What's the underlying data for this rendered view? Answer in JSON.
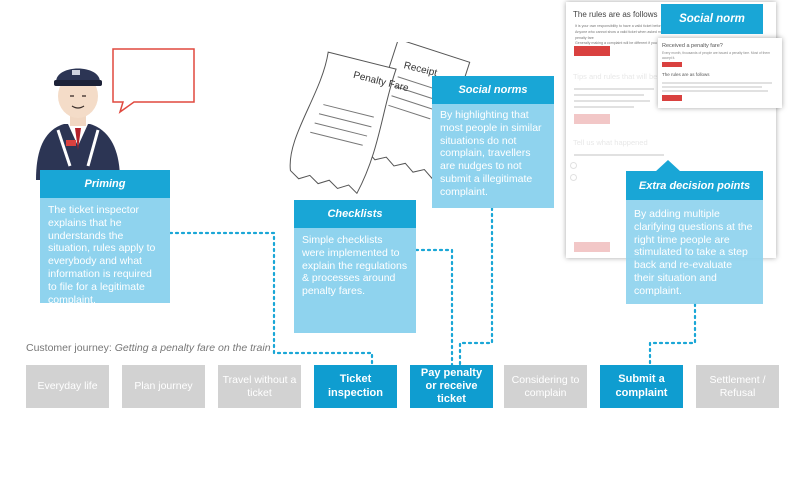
{
  "journey": {
    "caption_prefix": "Customer journey: ",
    "caption_em": "Getting a penalty fare on the train",
    "steps": [
      {
        "label": "Everyday life",
        "active": false
      },
      {
        "label": "Plan journey",
        "active": false
      },
      {
        "label": "Travel without a ticket",
        "active": false
      },
      {
        "label": "Ticket inspection",
        "active": true
      },
      {
        "label": "Pay penalty or receive ticket",
        "active": true
      },
      {
        "label": "Considering to complain",
        "active": false
      },
      {
        "label": "Submit a complaint",
        "active": true
      },
      {
        "label": "Settlement / Refusal",
        "active": false
      }
    ]
  },
  "boxes": {
    "priming": {
      "title": "Priming",
      "text": "The ticket inspector explains that he understands the situation, rules apply to everybody and what information is required to file for a legitimate complaint."
    },
    "checklists": {
      "title": "Checklists",
      "text": "Simple checklists were implemented to explain the regulations & processes around penalty fares."
    },
    "social_norms": {
      "title": "Social norms",
      "text": "By highlighting that most people in similar situations do not complain, travellers are nudges to not submit a illegitimate complaint."
    },
    "extra_decision": {
      "title": "Extra decision points",
      "text": "By adding multiple clarifying questions at the right time people are stimulated to take a step back and re-evaluate their situation and complaint."
    },
    "social_norm_label": {
      "title": "Social norm"
    }
  },
  "receipts": {
    "penalty_label": "Penalty Fare",
    "receipt_label": "Receipt"
  },
  "screenshot": {
    "rules_title": "The rules are as follows",
    "rules_bullets": [
      "It is your own responsibility to have a valid ticket before you travel",
      "Anyone who cannot show a valid ticket when asked may be charged a penalty fare",
      "Generally making a complaint will be different if you have bought the correct ticket"
    ],
    "section_title": "Tips and rules that will be used",
    "question_title": "Tell us what happened",
    "overlay_title": "Received a penalty fare?",
    "overlay_text": "Every month, thousands of people are issued a penalty fare. Most of them accept it.",
    "overlay_rules_title": "The rules are as follows"
  },
  "colors": {
    "accent": "#19a6d6",
    "box_fill": "#8fd3ee",
    "step_active": "#0f9dd0",
    "step_inactive": "#d2d2d2",
    "dotted": "#19a6d6",
    "speech_bubble": "#e0493f"
  }
}
